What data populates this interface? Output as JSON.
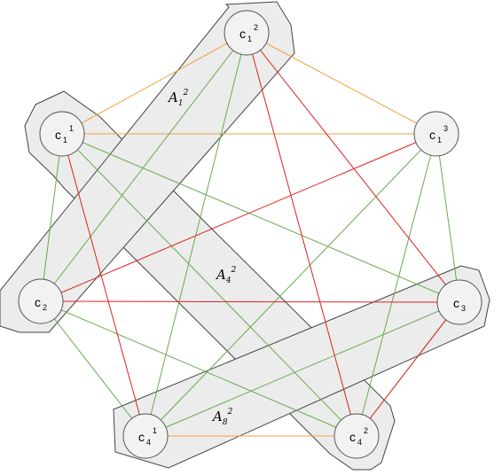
{
  "colors": {
    "orange": "#f0a040",
    "green": "#6aaa50",
    "red": "#e02020",
    "region_fill": "#ececec",
    "region_stroke": "#444444",
    "node_fill": "#f2f2f2",
    "node_stroke": "#555555"
  },
  "nodes": [
    {
      "id": "c1_2",
      "base": "c",
      "sub": "1",
      "sup": "2"
    },
    {
      "id": "c1_1",
      "base": "c",
      "sub": "1",
      "sup": "1"
    },
    {
      "id": "c1_3",
      "base": "c",
      "sub": "1",
      "sup": "3"
    },
    {
      "id": "c2",
      "base": "c",
      "sub": "2",
      "sup": ""
    },
    {
      "id": "c3",
      "base": "c",
      "sub": "3",
      "sup": ""
    },
    {
      "id": "c4_1",
      "base": "c",
      "sub": "4",
      "sup": "1"
    },
    {
      "id": "c4_2",
      "base": "c",
      "sub": "4",
      "sup": "2"
    }
  ],
  "groups": [
    {
      "id": "a1",
      "base": "A",
      "sub": "1",
      "sup": "2"
    },
    {
      "id": "a4",
      "base": "A",
      "sub": "4",
      "sup": "2"
    },
    {
      "id": "a8",
      "base": "A",
      "sub": "8",
      "sup": "2"
    }
  ],
  "edges": [
    {
      "from": "c1_1",
      "to": "c1_2",
      "color": "orange"
    },
    {
      "from": "c1_2",
      "to": "c1_3",
      "color": "orange"
    },
    {
      "from": "c1_1",
      "to": "c1_3",
      "color": "orange"
    },
    {
      "from": "c4_1",
      "to": "c4_2",
      "color": "orange"
    },
    {
      "from": "c1_2",
      "to": "c2",
      "color": "green"
    },
    {
      "from": "c1_2",
      "to": "c4_1",
      "color": "green"
    },
    {
      "from": "c1_1",
      "to": "c2",
      "color": "green"
    },
    {
      "from": "c1_1",
      "to": "c3",
      "color": "green"
    },
    {
      "from": "c1_1",
      "to": "c4_2",
      "color": "green"
    },
    {
      "from": "c1_3",
      "to": "c3",
      "color": "green"
    },
    {
      "from": "c1_3",
      "to": "c4_1",
      "color": "green"
    },
    {
      "from": "c1_3",
      "to": "c4_2",
      "color": "green"
    },
    {
      "from": "c2",
      "to": "c4_1",
      "color": "green"
    },
    {
      "from": "c2",
      "to": "c4_2",
      "color": "green"
    },
    {
      "from": "c3",
      "to": "c4_1",
      "color": "green"
    },
    {
      "from": "c3",
      "to": "c4_2",
      "color": "green"
    },
    {
      "from": "c1_2",
      "to": "c3",
      "color": "red"
    },
    {
      "from": "c1_2",
      "to": "c4_2",
      "color": "red"
    },
    {
      "from": "c1_1",
      "to": "c4_1",
      "color": "red"
    },
    {
      "from": "c1_3",
      "to": "c2",
      "color": "red"
    },
    {
      "from": "c2",
      "to": "c3",
      "color": "red"
    },
    {
      "from": "c3",
      "to": "c4_2",
      "color": "red"
    }
  ]
}
